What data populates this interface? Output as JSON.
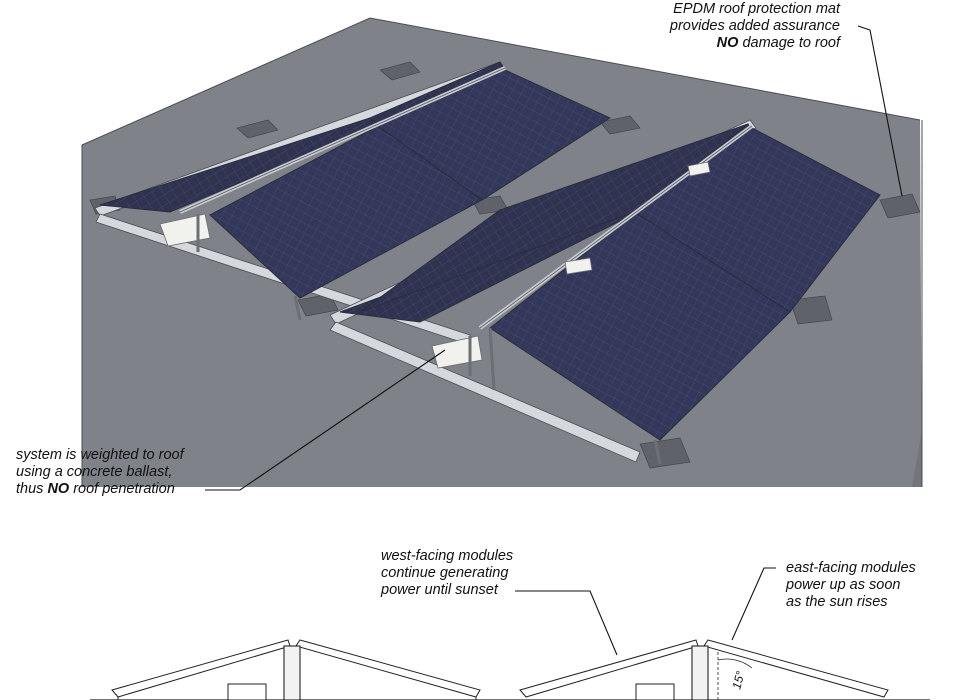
{
  "callouts": {
    "epdm": {
      "line1": "EPDM roof protection mat",
      "line2": "provides added assurance",
      "line3_strong": "NO",
      "line3_rest": " damage to roof"
    },
    "ballast": {
      "line1": "system is weighted to roof",
      "line2": "using a concrete ballast,",
      "line3_pre": "thus ",
      "line3_strong": "NO",
      "line3_rest": " roof penetration"
    },
    "west": {
      "line1": "west-facing modules",
      "line2": "continue generating",
      "line3": "power until sunset"
    },
    "east": {
      "line1": "east-facing modules",
      "line2": "power up as soon",
      "line3": "as the sun rises"
    }
  },
  "tilt_angle_label": "15°",
  "colors": {
    "roof": "#7f8288",
    "roof_edge": "#4b4e54",
    "panel": "#2f3350",
    "panel_grid": "#474c6e",
    "frame": "#d5d8dc"
  }
}
